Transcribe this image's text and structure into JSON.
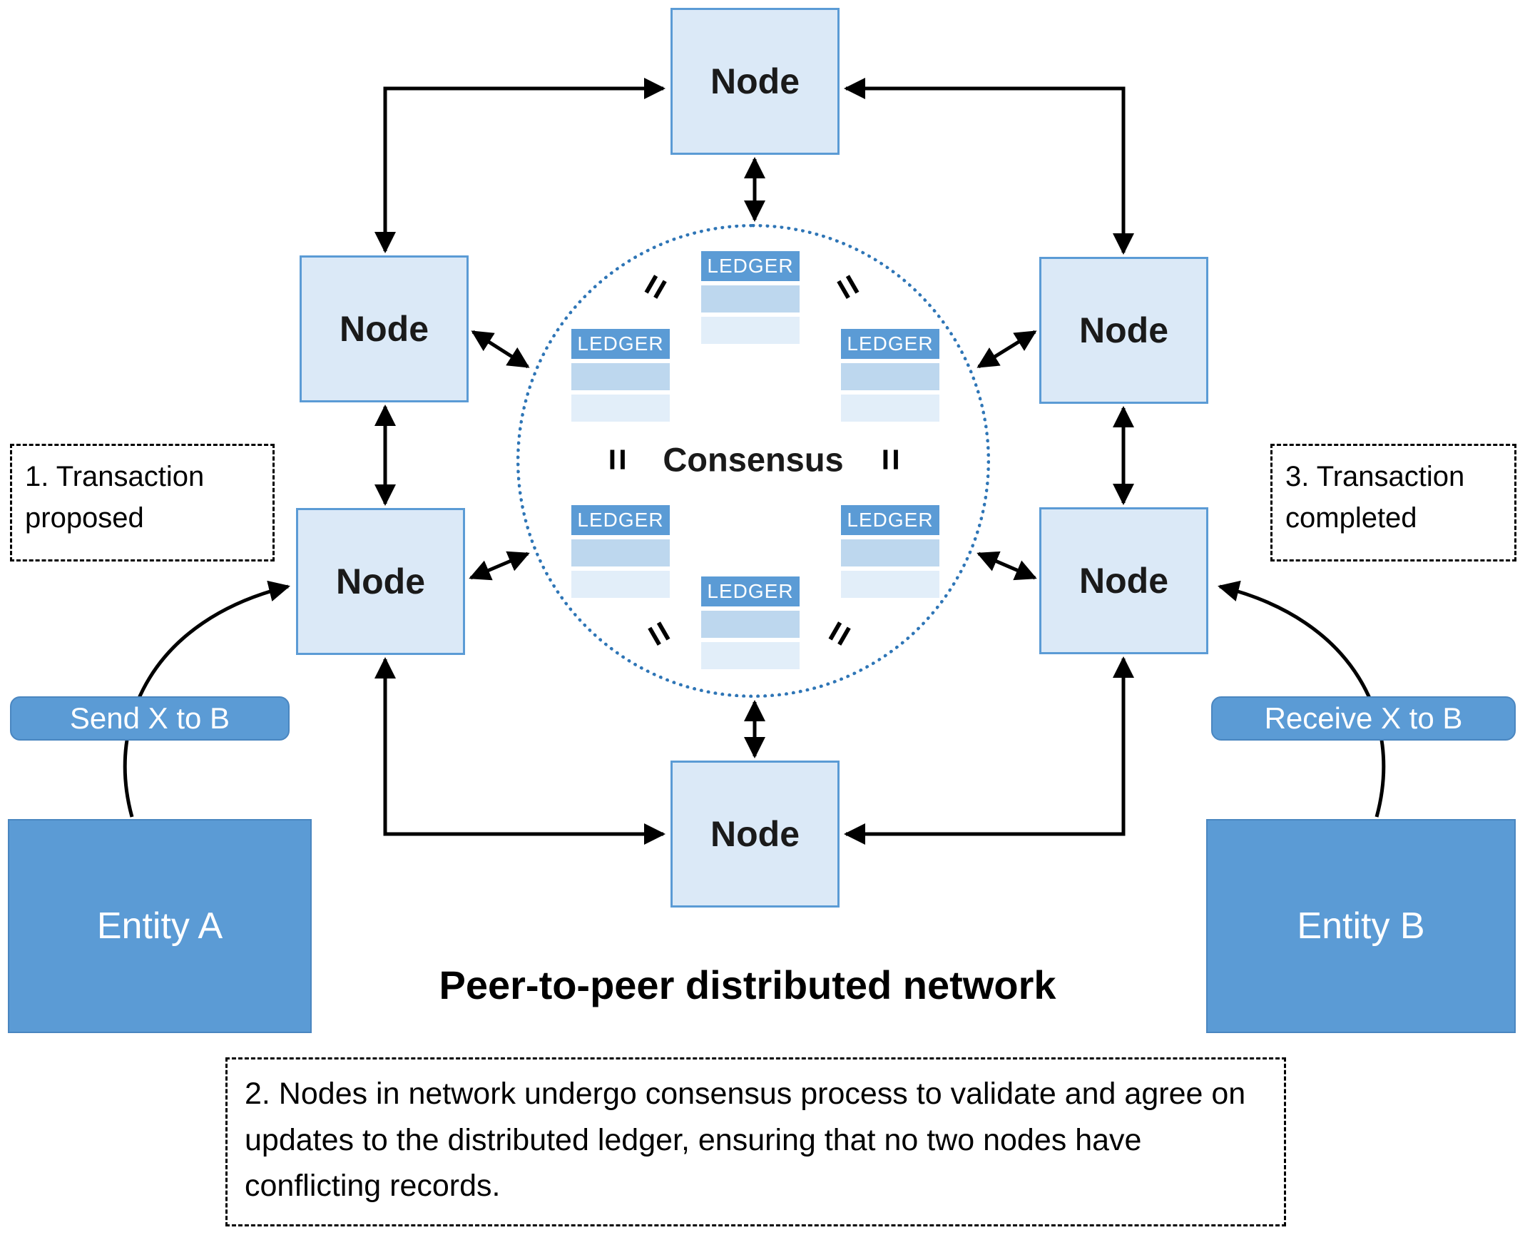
{
  "title": "Peer-to-peer distributed network",
  "node_label": "Node",
  "consensus": {
    "label": "Consensus",
    "ledger_label": "LEDGER",
    "equals_glyph": "="
  },
  "steps": {
    "step1": "1. Transaction proposed",
    "step2": "2. Nodes in network undergo consensus process to validate and agree on updates to the distributed ledger, ensuring that no two nodes have conflicting records.",
    "step3": "3. Transaction completed"
  },
  "entity_a": {
    "name": "Entity A",
    "action": "Send X to B"
  },
  "entity_b": {
    "name": "Entity B",
    "action": "Receive X to B"
  },
  "colors": {
    "node_fill": "#dbe9f7",
    "node_border": "#5b9bd5",
    "entity_fill": "#5b9bd5",
    "ledger_header": "#5b9bd5",
    "ledger_row_dark": "#bdd7ee",
    "ledger_row_light": "#e2eef9",
    "circle_dotted": "#2e75b6",
    "arrow": "#000000"
  }
}
